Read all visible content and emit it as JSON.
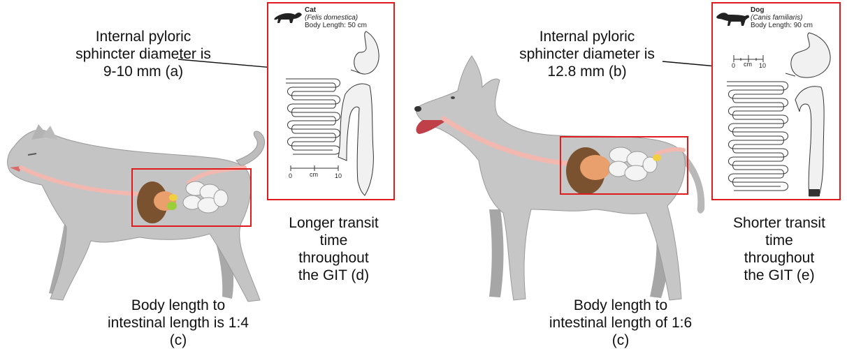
{
  "cat": {
    "pyloric_text": [
      "Internal pyloric",
      "sphincter diameter is",
      "9-10 mm (a)"
    ],
    "transit_text": [
      "Longer transit",
      "time",
      "throughout",
      "the GIT (d)"
    ],
    "body_ratio_text": [
      "Body length to",
      "intestinal length is 1:4",
      "(c)"
    ],
    "panel": {
      "name": "Cat",
      "scientific": "(Felis domestica)",
      "body_length": "Body Length: 50 cm",
      "scale_ticks": [
        "0",
        "cm",
        "10"
      ]
    }
  },
  "dog": {
    "pyloric_text": [
      "Internal pyloric",
      "sphincter diameter is",
      "12.8 mm (b)"
    ],
    "transit_text": [
      "Shorter transit",
      "time",
      "throughout",
      "the GIT (e)"
    ],
    "body_ratio_text": [
      "Body length to",
      "intestinal length of 1:6",
      "(c)"
    ],
    "panel": {
      "name": "Dog",
      "scientific": "(Canis familiaris)",
      "body_length": "Body Length: 90 cm",
      "scale_ticks": [
        "0",
        "cm",
        "10"
      ]
    }
  },
  "colors": {
    "highlight_box": "#e01b1b",
    "animal_body": "#bdbdbd",
    "gi_tract": "#f2b8b0",
    "liver": "#7a5230",
    "stomach": "#e9a06c",
    "intestine": "#f4f4f4",
    "gallbladder": "#9bcf3a"
  }
}
